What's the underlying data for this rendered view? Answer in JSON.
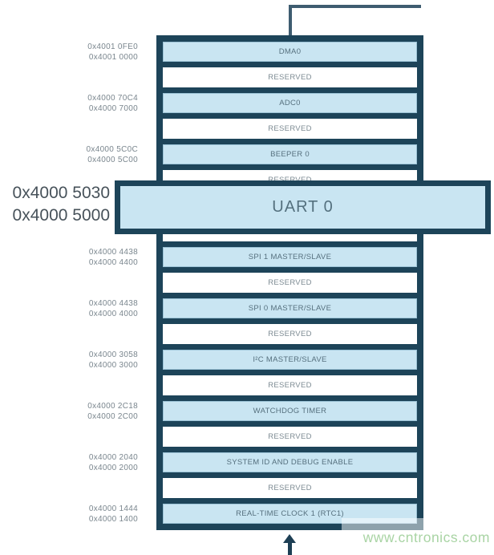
{
  "diagram": {
    "title_hint": "peripheral memory map",
    "watermark": "www.cntronics.com",
    "colors": {
      "navy_border": "#1d4459",
      "row_blue_fill": "#c9e5f2",
      "row_white_fill": "#ffffff",
      "row_label_text": "#56707e",
      "reserved_text": "#7d8b93",
      "address_text": "#7a868e",
      "big_address_text": "#47525a",
      "connector_line": "#3e5c70",
      "watermark_green": "#a9d4a4"
    },
    "callout": {
      "label": "UART 0",
      "addr_hi": "0x4000 5030",
      "addr_lo": "0x4000 5000"
    },
    "rows": [
      {
        "kind": "peripheral",
        "label": "DMA0",
        "addr_hi": "0x4001 0FE0",
        "addr_lo": "0x4001 0000"
      },
      {
        "kind": "reserved",
        "label": "RESERVED"
      },
      {
        "kind": "peripheral",
        "label": "ADC0",
        "addr_hi": "0x4000 70C4",
        "addr_lo": "0x4000 7000"
      },
      {
        "kind": "reserved",
        "label": "RESERVED"
      },
      {
        "kind": "peripheral",
        "label": "BEEPER 0",
        "addr_hi": "0x4000 5C0C",
        "addr_lo": "0x4000 5C00"
      },
      {
        "kind": "reserved",
        "label": "RESERVED"
      },
      {
        "kind": "peripheral",
        "label": ""
      },
      {
        "kind": "reserved",
        "label": "RESERVED"
      },
      {
        "kind": "peripheral",
        "label": "SPI 1 MASTER/SLAVE",
        "addr_hi": "0x4000 4438",
        "addr_lo": "0x4000 4400"
      },
      {
        "kind": "reserved",
        "label": "RESERVED"
      },
      {
        "kind": "peripheral",
        "label": "SPI 0 MASTER/SLAVE",
        "addr_hi": "0x4000 4438",
        "addr_lo": "0x4000 4000"
      },
      {
        "kind": "reserved",
        "label": "RESERVED"
      },
      {
        "kind": "peripheral",
        "label": "I²C MASTER/SLAVE",
        "addr_hi": "0x4000 3058",
        "addr_lo": "0x4000 3000"
      },
      {
        "kind": "reserved",
        "label": "RESERVED"
      },
      {
        "kind": "peripheral",
        "label": "WATCHDOG TIMER",
        "addr_hi": "0x4000 2C18",
        "addr_lo": "0x4000 2C00"
      },
      {
        "kind": "reserved",
        "label": "RESERVED"
      },
      {
        "kind": "peripheral",
        "label": "SYSTEM ID AND DEBUG ENABLE",
        "addr_hi": "0x4000 2040",
        "addr_lo": "0x4000 2000"
      },
      {
        "kind": "reserved",
        "label": "RESERVED"
      },
      {
        "kind": "peripheral",
        "label": "REAL-TIME CLOCK 1 (RTC1)",
        "addr_hi": "0x4000 1444",
        "addr_lo": "0x4000 1400"
      }
    ]
  }
}
